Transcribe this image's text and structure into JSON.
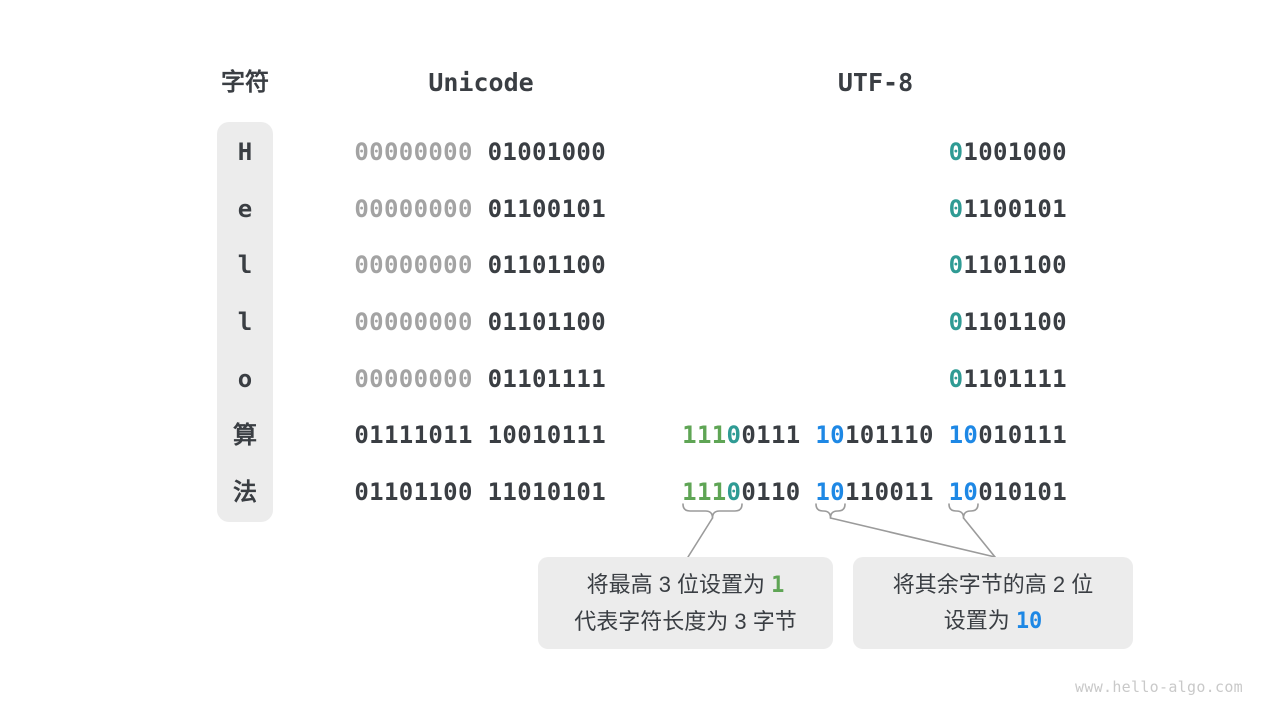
{
  "title": "Unicode to UTF-8 encoding diagram",
  "colors": {
    "dark": "#3A3E43",
    "gray": "#A3A3A3",
    "teal": "#2F9B94",
    "green": "#5FA555",
    "blue": "#1E88E5",
    "box_bg": "#ECECEC"
  },
  "header": {
    "char": "字符",
    "unicode": "Unicode",
    "utf8": "UTF-8"
  },
  "rows": [
    {
      "char": "H",
      "unicode": [
        {
          "t": "00000000",
          "c": "gray"
        },
        {
          "t": " "
        },
        {
          "t": "01001000"
        }
      ],
      "utf8": [
        {
          "t": "0",
          "c": "teal"
        },
        {
          "t": "1001000"
        }
      ]
    },
    {
      "char": "e",
      "unicode": [
        {
          "t": "00000000",
          "c": "gray"
        },
        {
          "t": " "
        },
        {
          "t": "01100101"
        }
      ],
      "utf8": [
        {
          "t": "0",
          "c": "teal"
        },
        {
          "t": "1100101"
        }
      ]
    },
    {
      "char": "l",
      "unicode": [
        {
          "t": "00000000",
          "c": "gray"
        },
        {
          "t": " "
        },
        {
          "t": "01101100"
        }
      ],
      "utf8": [
        {
          "t": "0",
          "c": "teal"
        },
        {
          "t": "1101100"
        }
      ]
    },
    {
      "char": "l",
      "unicode": [
        {
          "t": "00000000",
          "c": "gray"
        },
        {
          "t": " "
        },
        {
          "t": "01101100"
        }
      ],
      "utf8": [
        {
          "t": "0",
          "c": "teal"
        },
        {
          "t": "1101100"
        }
      ]
    },
    {
      "char": "o",
      "unicode": [
        {
          "t": "00000000",
          "c": "gray"
        },
        {
          "t": " "
        },
        {
          "t": "01101111"
        }
      ],
      "utf8": [
        {
          "t": "0",
          "c": "teal"
        },
        {
          "t": "1101111"
        }
      ]
    },
    {
      "char": "算",
      "unicode": [
        {
          "t": "01111011"
        },
        {
          "t": " "
        },
        {
          "t": "10010111"
        }
      ],
      "utf8": [
        {
          "t": "111",
          "c": "green"
        },
        {
          "t": "0",
          "c": "teal"
        },
        {
          "t": "0111"
        },
        {
          "t": " "
        },
        {
          "t": "10",
          "c": "blue"
        },
        {
          "t": "101110"
        },
        {
          "t": " "
        },
        {
          "t": "10",
          "c": "blue"
        },
        {
          "t": "010111"
        }
      ]
    },
    {
      "char": "法",
      "unicode": [
        {
          "t": "01101100"
        },
        {
          "t": " "
        },
        {
          "t": "11010101"
        }
      ],
      "utf8": [
        {
          "t": "111",
          "c": "green"
        },
        {
          "t": "0",
          "c": "teal"
        },
        {
          "t": "0110"
        },
        {
          "t": " "
        },
        {
          "t": "10",
          "c": "blue"
        },
        {
          "t": "110011"
        },
        {
          "t": " "
        },
        {
          "t": "10",
          "c": "blue"
        },
        {
          "t": "010101"
        }
      ]
    }
  ],
  "callouts": {
    "left": {
      "line1": [
        {
          "t": "将最高 3 位设置为 "
        },
        {
          "t": "1",
          "c": "green num"
        }
      ],
      "line2": [
        {
          "t": "代表字符长度为 3 字节"
        }
      ]
    },
    "right": {
      "line1": [
        {
          "t": "将其余字节的高 2 位"
        }
      ],
      "line2": [
        {
          "t": "设置为 "
        },
        {
          "t": "10",
          "c": "blue num"
        }
      ]
    }
  },
  "footer": "www.hello-algo.com"
}
